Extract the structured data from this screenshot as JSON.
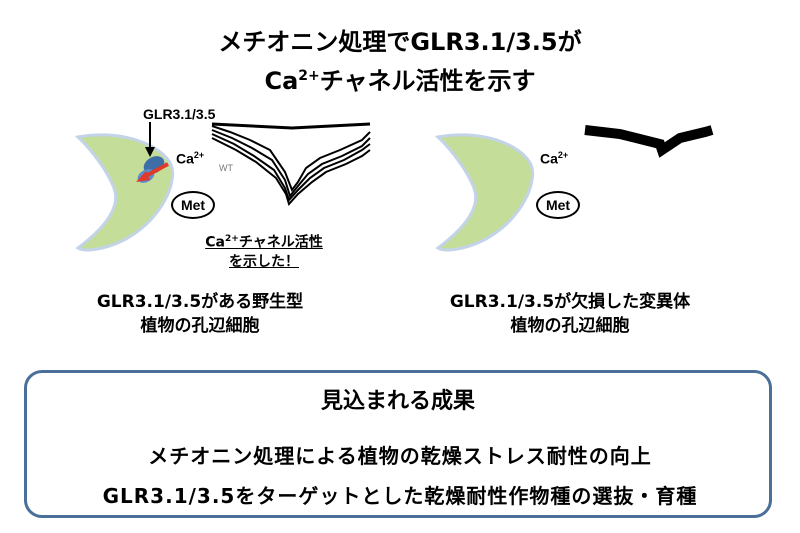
{
  "title": {
    "line1": "メチオニン処理でGLR3.1/3.5が",
    "line2_prefix": "Ca",
    "line2_sup": "2+",
    "line2_rest": "チャネル活性を示す"
  },
  "left_panel": {
    "receptor_label": "GLR3.1/3.5",
    "ion_label": "Ca",
    "ion_sup": "2+",
    "wt_label": "WT",
    "met_label": "Met",
    "note_prefix": "Ca",
    "note_sup": "2+",
    "note_line1_rest": "チャネル活性",
    "note_line2": "を示した！",
    "caption_line1": "GLR3.1/3.5がある野生型",
    "caption_line2": "植物の孔辺細胞"
  },
  "right_panel": {
    "ion_label": "Ca",
    "ion_sup": "2+",
    "met_label": "Met",
    "caption_line1": "GLR3.1/3.5が欠損した変異体",
    "caption_line2": "植物の孔辺細胞"
  },
  "outcomes": {
    "heading": "見込まれる成果",
    "items": [
      "メチオニン処理による植物の乾燥ストレス耐性の向上",
      "GLR3.1/3.5をターゲットとした乾燥耐性作物種の選抜・育種"
    ]
  },
  "colors": {
    "cell_fill": "#c4dd99",
    "cell_stroke": "#c3d3e8",
    "channel": "#3e6ea8",
    "arrow": "#e03a2a",
    "box_border": "#4a6f99"
  }
}
